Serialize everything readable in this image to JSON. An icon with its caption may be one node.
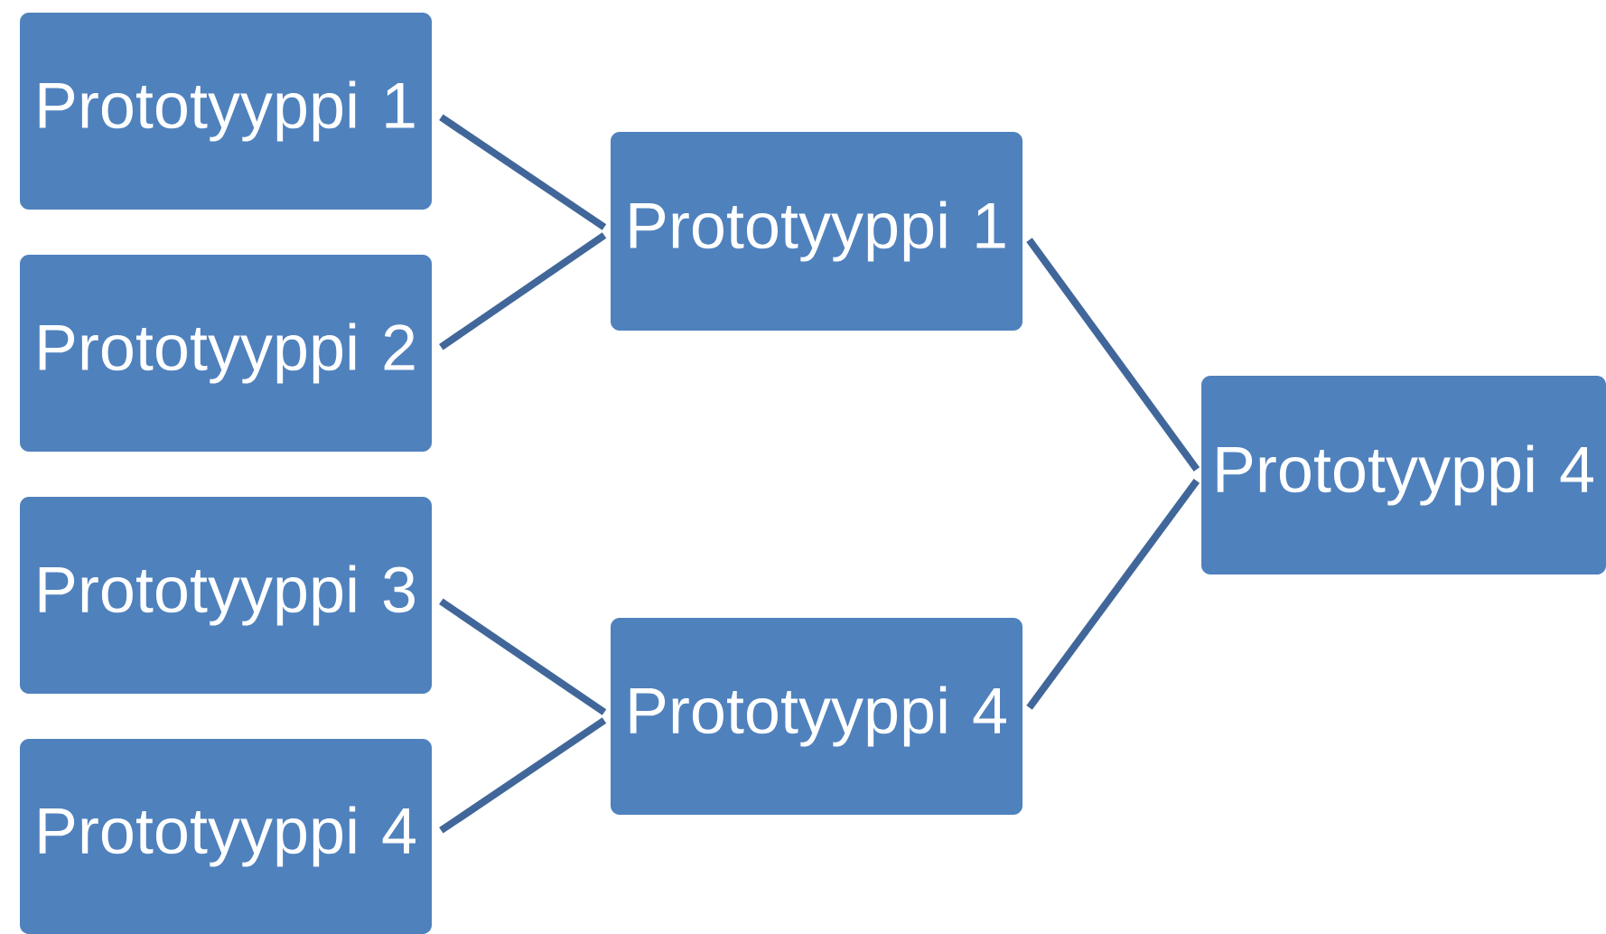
{
  "diagram": {
    "nodes": [
      {
        "text": [
          "Prototyyppi 1"
        ]
      },
      {
        "text": [
          "Prototyyppi 2"
        ]
      },
      {
        "text": [
          "Prototyyppi 3"
        ]
      },
      {
        "text": [
          "Prototyyppi 4"
        ]
      },
      {
        "text": [
          "Prototyyppi 1"
        ]
      },
      {
        "text": [
          "Prototyyppi 4"
        ]
      },
      {
        "text": [
          "Prototyyppi 4"
        ]
      }
    ],
    "edges": [
      {
        "from": 0,
        "to": 4,
        "arrow": "none"
      },
      {
        "from": 1,
        "to": 4,
        "arrow": "none"
      },
      {
        "from": 2,
        "to": 5,
        "arrow": "none"
      },
      {
        "from": 3,
        "to": 5,
        "arrow": "none"
      },
      {
        "from": 4,
        "to": 6,
        "arrow": "none"
      },
      {
        "from": 5,
        "to": 6,
        "arrow": "none"
      }
    ]
  }
}
